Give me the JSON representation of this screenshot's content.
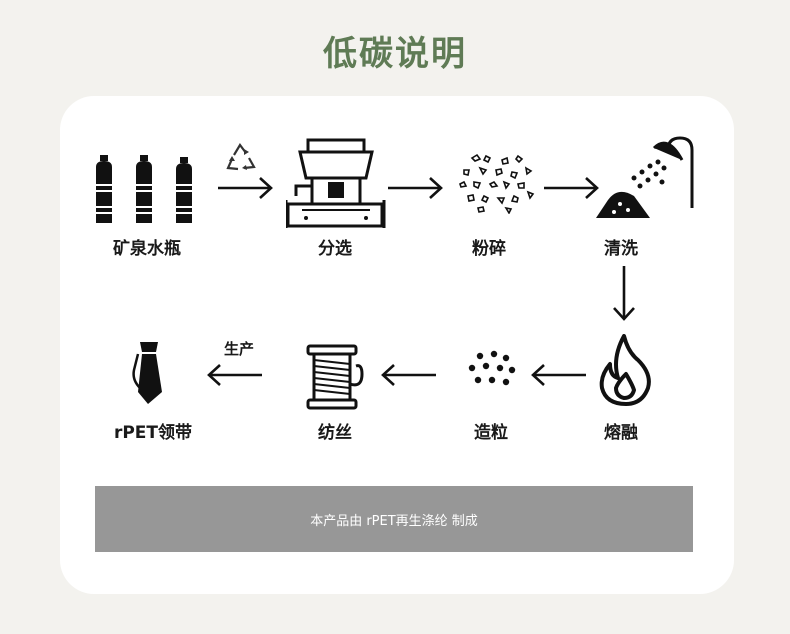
{
  "title": "低碳说明",
  "steps": [
    {
      "label": "矿泉水瓶",
      "icon": "water-bottles-icon"
    },
    {
      "label": "分选",
      "icon": "sorting-machine-icon"
    },
    {
      "label": "粉碎",
      "icon": "crushed-flakes-icon"
    },
    {
      "label": "清洗",
      "icon": "shower-wash-icon"
    },
    {
      "label": "熔融",
      "icon": "flame-icon"
    },
    {
      "label": "造粒",
      "icon": "pellets-icon"
    },
    {
      "label": "纺丝",
      "icon": "thread-spool-icon"
    },
    {
      "label": "rPET领带",
      "icon": "necktie-icon"
    }
  ],
  "arrow_labels": {
    "recycle": "recycle-icon",
    "produce": "生产"
  },
  "banner": "本产品由 rPET再生涤纶 制成"
}
